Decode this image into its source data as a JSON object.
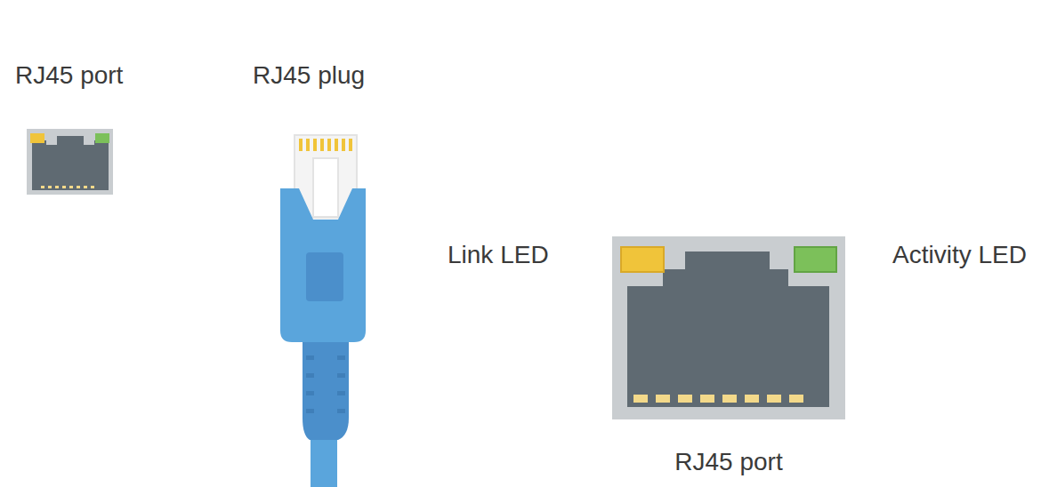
{
  "diagram": {
    "labels": [
      "RJ45 port",
      "RJ45 plug",
      "Link LED",
      "Activity LED",
      "RJ45 port"
    ]
  }
}
